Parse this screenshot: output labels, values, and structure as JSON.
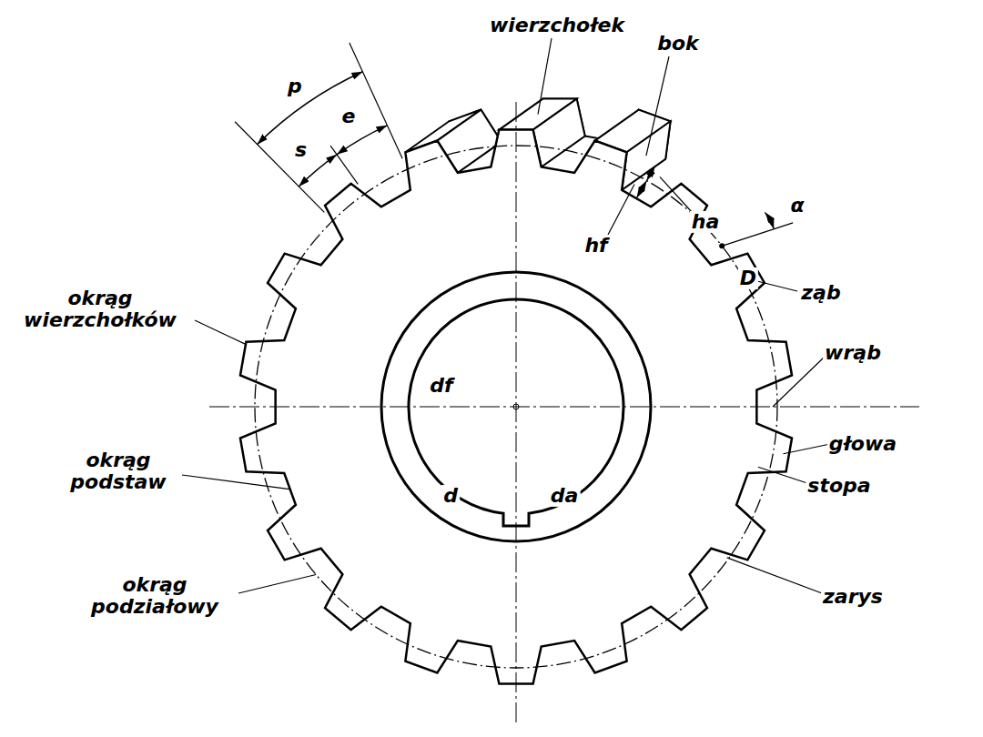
{
  "diagram": {
    "labels": [
      "p",
      "s",
      "e",
      "wierzchołek",
      "bok",
      "hf",
      "ha",
      "α",
      "D",
      "ząb",
      "wrąb",
      "głowa",
      "stopa",
      "zarys",
      "okrąg wierzchołków",
      "okrąg podstaw",
      "okrąg podziałowy",
      "df",
      "d",
      "da"
    ]
  }
}
